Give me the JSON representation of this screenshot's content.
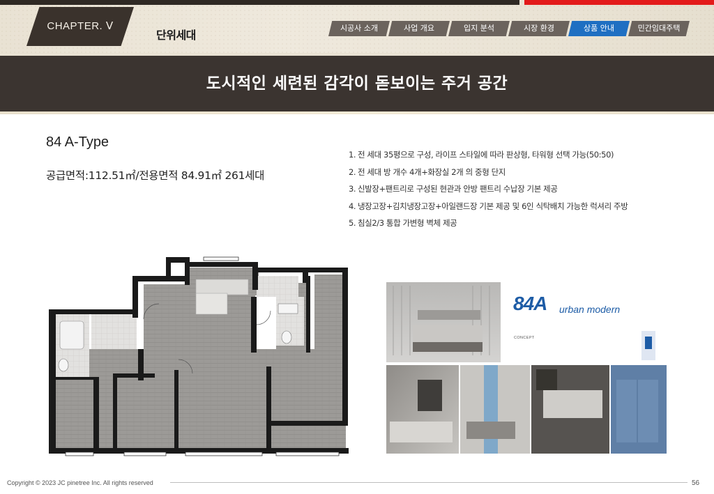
{
  "header": {
    "chapter": "CHAPTER. Ⅴ",
    "section_title": "단위세대",
    "nav": [
      {
        "label": "시공사 소개",
        "active": false
      },
      {
        "label": "사업 개요",
        "active": false
      },
      {
        "label": "입지 분석",
        "active": false
      },
      {
        "label": "시장 환경",
        "active": false
      },
      {
        "label": "상품 안내",
        "active": true
      },
      {
        "label": "민간임대주택",
        "active": false
      }
    ]
  },
  "banner": {
    "title": "도시적인 세련된 감각이 돋보이는 주거 공간"
  },
  "unit": {
    "type_label": "84 A-Type",
    "area_label": "공급면적:112.51㎡/전용면적 84.91㎡   261세대"
  },
  "features": [
    {
      "num": "1.",
      "text": "전 세대 35평으로 구성, 라이프 스타일에 따라 판상형, 타워형 선택 가능(50:50)"
    },
    {
      "num": "2.",
      "text": "전 세대 방 개수 4개+화장실 2개 의 중형 단지"
    },
    {
      "num": "3.",
      "text": "신발장+팬트리로 구성된 현관과 안방 팬트리 수납장 기본 제공"
    },
    {
      "num": "4.",
      "text": "냉장고장+김치냉장고장+아일랜드장 기본 제공 및 6인 식탁배치 가능한 럭셔리 주방"
    },
    {
      "num": "5.",
      "text": "침실2/3 통합 가변형 벽체 제공"
    }
  ],
  "moodboard": {
    "title": "84A",
    "subtitle": "urban modern",
    "concept_heading": "CONCEPT",
    "accent_color": "#1d5ca6"
  },
  "footer": {
    "copyright": "Copyright © 2023 JC pinetree Inc. All rights reserved",
    "page": "56"
  },
  "colors": {
    "brown": "#3b3430",
    "active_tab": "#1f6fc2",
    "red_bar": "#e31b1b"
  }
}
